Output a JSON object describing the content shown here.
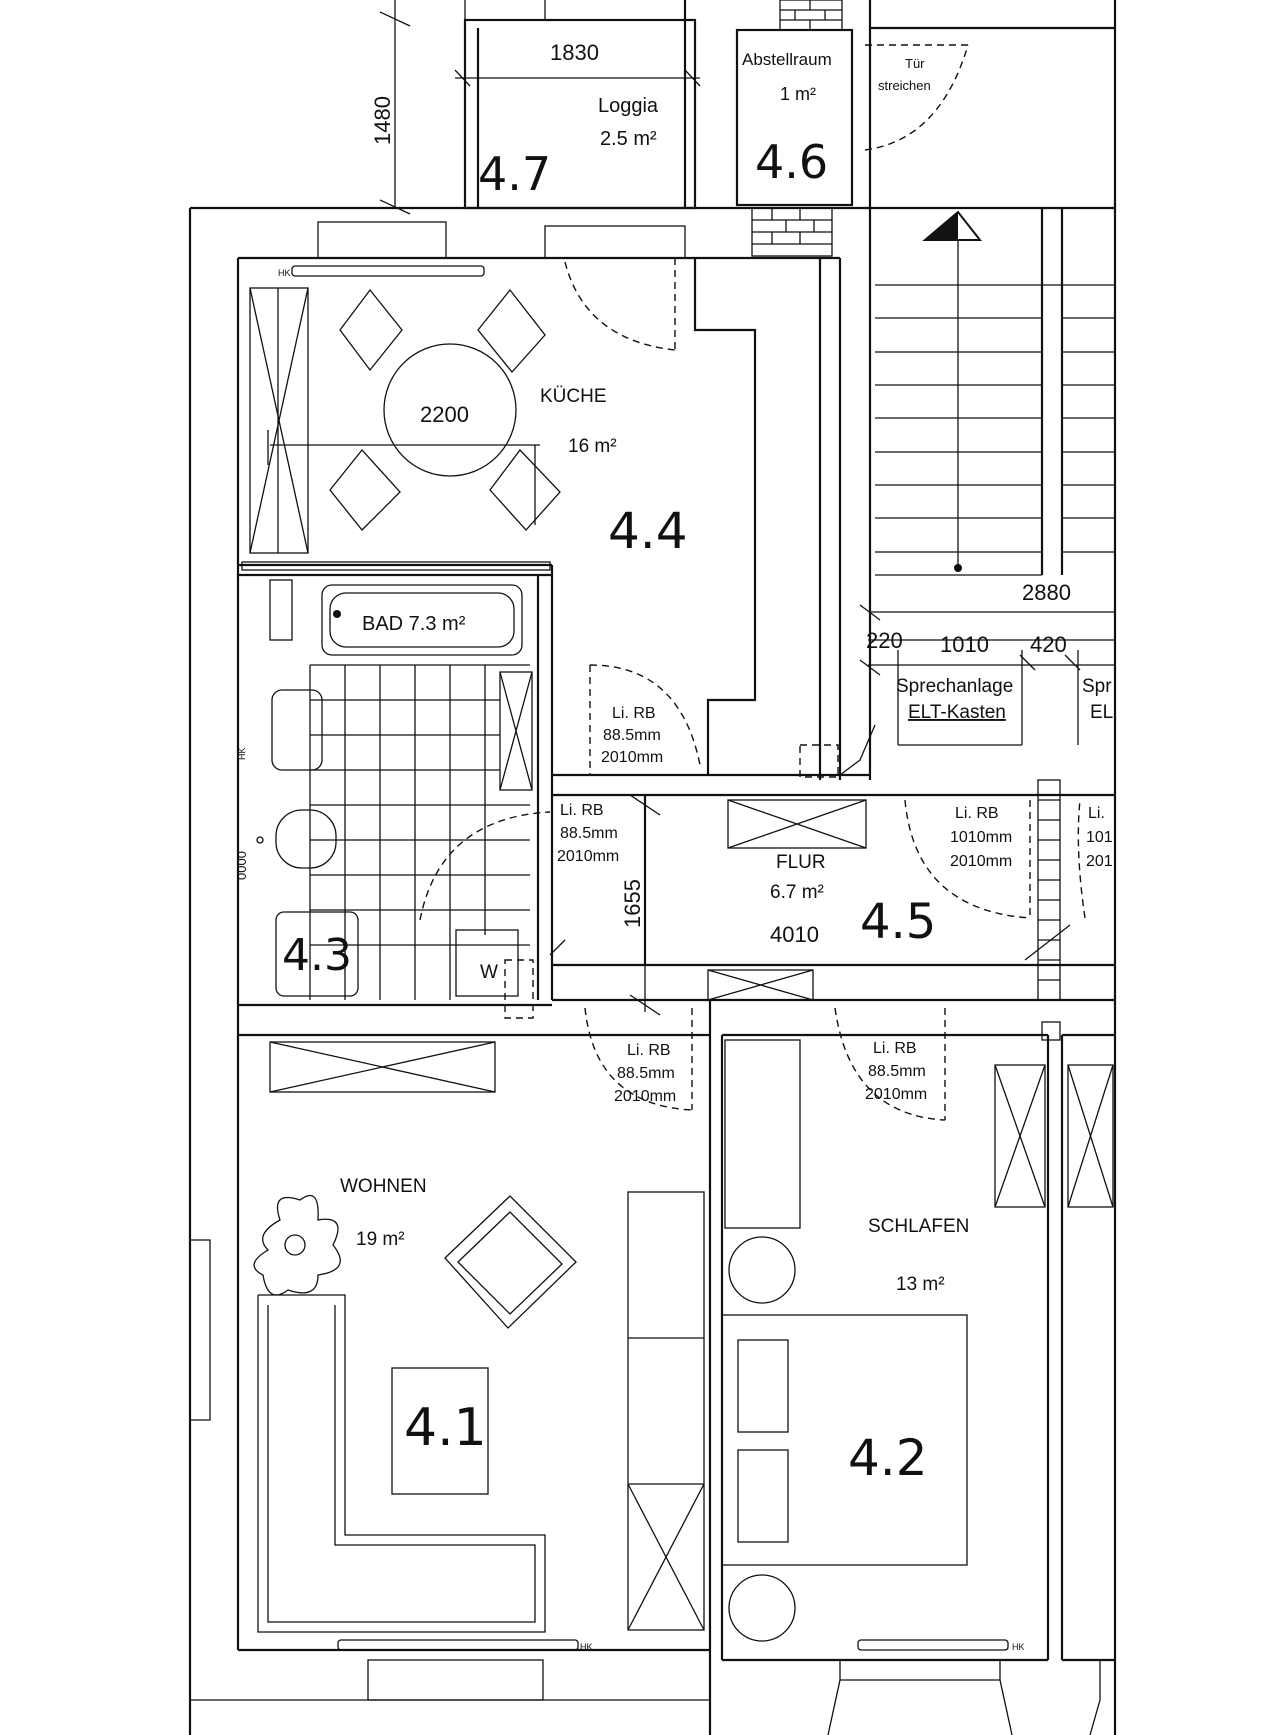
{
  "rooms": {
    "loggia": {
      "name": "Loggia",
      "area": "2.5 m²",
      "number": "4.7"
    },
    "abstellraum": {
      "name": "Abstellraum",
      "area": "1 m²",
      "number": "4.6"
    },
    "tuer_note": {
      "line1": "Tür",
      "line2": "streichen"
    },
    "kueche": {
      "name": "KÜCHE",
      "area": "16 m²",
      "number": "4.4"
    },
    "bad": {
      "name": "BAD 7.3 m²",
      "number": "4.3"
    },
    "flur": {
      "name": "FLUR",
      "area": "6.7 m²",
      "number": "4.5"
    },
    "wohnen": {
      "name": "WOHNEN",
      "area": "19 m²",
      "number": "4.1"
    },
    "schlafen": {
      "name": "SCHLAFEN",
      "area": "13 m²",
      "number": "4.2"
    }
  },
  "dimensions": {
    "loggia_width": "1830",
    "loggia_depth": "1480",
    "table": "2200",
    "stair": "2880",
    "d220": "220",
    "d1010": "1010",
    "d420": "420",
    "flur_depth": "1655",
    "flur_width": "4010"
  },
  "labels": {
    "sprechanlage": "Sprechanlage",
    "elt_kasten": "ELT-Kasten",
    "sprech_cut": "Spr",
    "elt_cut": "EL",
    "wm": "W",
    "hk": "HK"
  },
  "doors": {
    "kueche": {
      "l1": "Li. RB",
      "l2": "88.5mm",
      "l3": "2010mm"
    },
    "bad": {
      "l1": "Li. RB",
      "l2": "88.5mm",
      "l3": "2010mm"
    },
    "flur_entry": {
      "l1": "Li. RB",
      "l2": "1010mm",
      "l3": "2010mm"
    },
    "flur_entry_cut": {
      "l1": "Li.",
      "l2": "101",
      "l3": "201"
    },
    "wohnen": {
      "l1": "Li. RB",
      "l2": "88.5mm",
      "l3": "2010mm"
    },
    "schlafen": {
      "l1": "Li. RB",
      "l2": "88.5mm",
      "l3": "2010mm"
    }
  }
}
